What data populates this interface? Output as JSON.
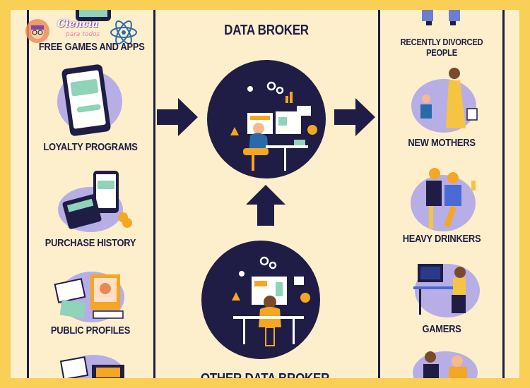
{
  "logo": {
    "name": "Ciencia",
    "subtitle": "para todos"
  },
  "center": {
    "title": "DATA BROKER",
    "bottom_label": "OTHER DATA BROKER"
  },
  "sources": [
    {
      "label": "FREE GAMES AND APPS"
    },
    {
      "label": "LOYALTY PROGRAMS"
    },
    {
      "label": "PURCHASE HISTORY"
    },
    {
      "label": "PUBLIC PROFILES"
    }
  ],
  "segments": [
    {
      "label": "RECENTLY DIVORCED PEOPLE"
    },
    {
      "label": "NEW MOTHERS"
    },
    {
      "label": "HEAVY DRINKERS"
    },
    {
      "label": "GAMERS"
    }
  ],
  "colors": {
    "navy": "#1f1d45",
    "cream": "#fdefcb",
    "border": "#f9cf55",
    "lavender": "#b7aee6",
    "mint": "#8fd3b8",
    "orange": "#f5a623"
  }
}
